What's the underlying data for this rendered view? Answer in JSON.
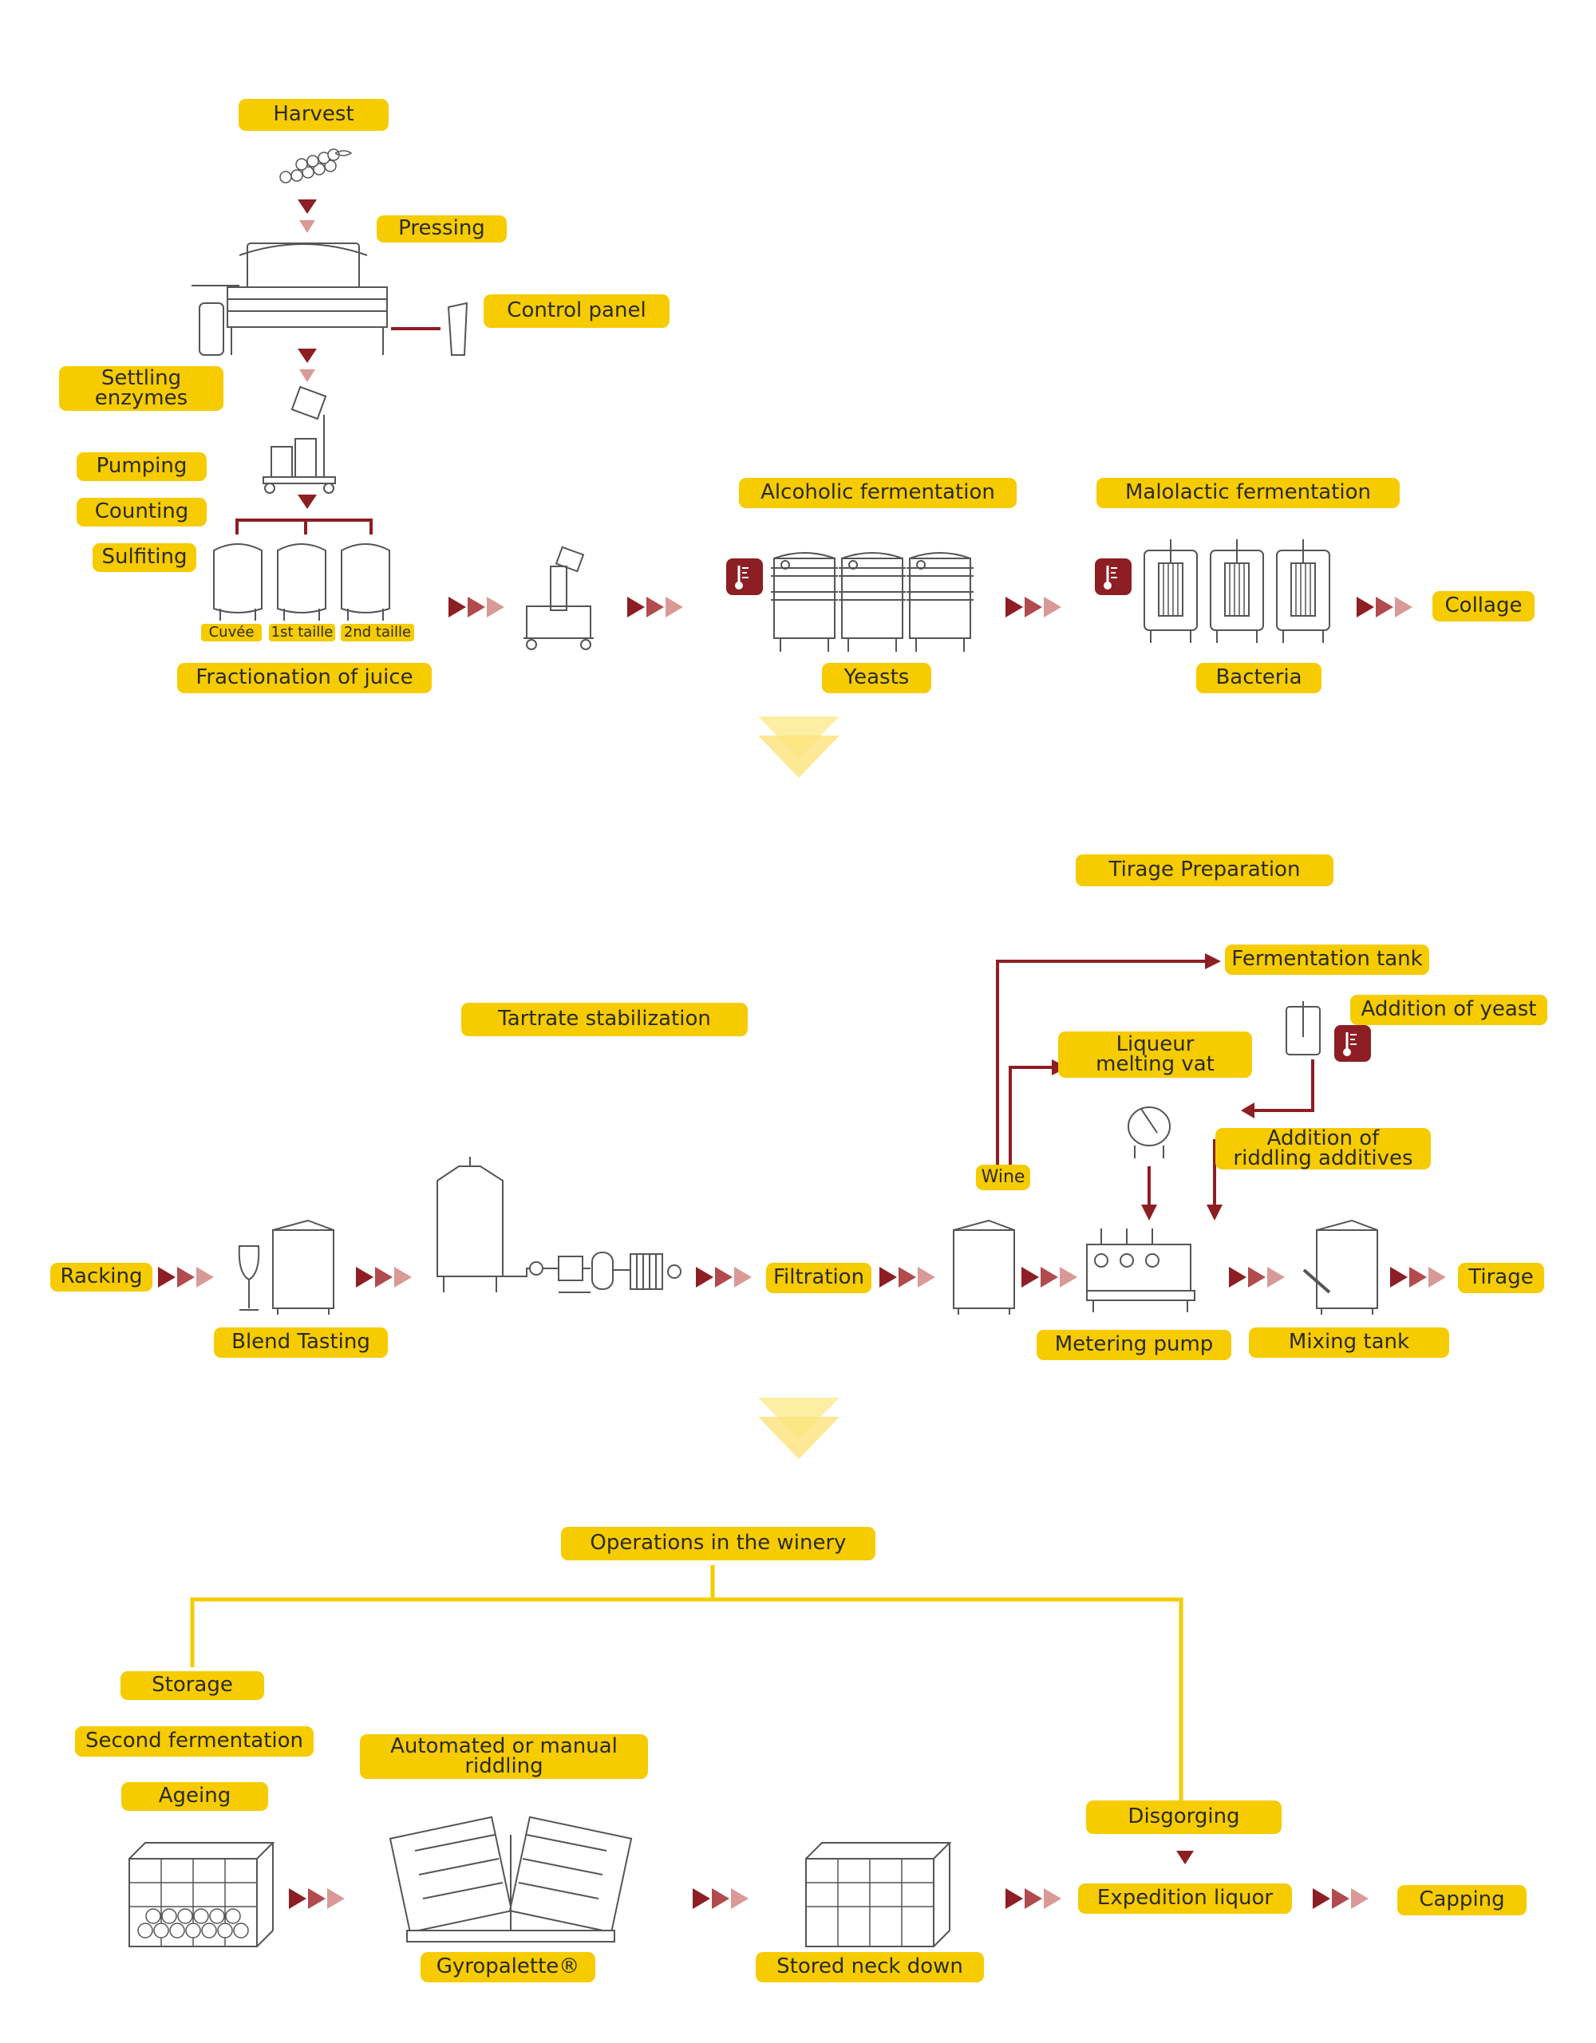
{
  "colors": {
    "label_bg": "#f6cb00",
    "flow_arrow": "#8c1e24",
    "flow_arrow_light": "#d08c88",
    "connector": "#8c1e24",
    "branch_line": "#f6cb00",
    "equipment_stroke": "#555555"
  },
  "section1": {
    "harvest": "Harvest",
    "pressing": "Pressing",
    "control_panel": "Control panel",
    "settling_enzymes": [
      "Settling",
      "enzymes"
    ],
    "pumping": "Pumping",
    "counting": "Counting",
    "sulfiting": "Sulfiting",
    "cuvee": "Cuvée",
    "taille1": "1st taille",
    "taille2": "2nd taille",
    "fractionation": "Fractionation of juice",
    "alcoholic_fermentation": "Alcoholic fermentation",
    "malolactic_fermentation": "Malolactic fermentation",
    "yeasts": "Yeasts",
    "bacteria": "Bacteria",
    "collage": "Collage"
  },
  "section2": {
    "tirage_preparation": "Tirage Preparation",
    "fermentation_tank": "Fermentation tank",
    "tartrate_stabilization": "Tartrate stabilization",
    "addition_of_yeast": "Addition of yeast",
    "liqueur_melting_vat": [
      "Liqueur",
      "melting vat"
    ],
    "addition_of_riddling_additives": [
      "Addition of",
      "riddling additives"
    ],
    "wine": "Wine",
    "racking": "Racking",
    "filtration": "Filtration",
    "tirage": "Tirage",
    "blend_tasting": "Blend Tasting",
    "metering_pump": "Metering pump",
    "mixing_tank": "Mixing tank"
  },
  "section3": {
    "operations_in_the_winery": "Operations in the winery",
    "storage": "Storage",
    "second_fermentation": "Second fermentation",
    "ageing": "Ageing",
    "riddling": [
      "Automated or manual",
      "riddling"
    ],
    "disgorging": "Disgorging",
    "expedition_liquor": "Expedition liquor",
    "capping": "Capping",
    "gyropalette": "Gyropalette®",
    "stored_neck_down": "Stored neck down"
  }
}
